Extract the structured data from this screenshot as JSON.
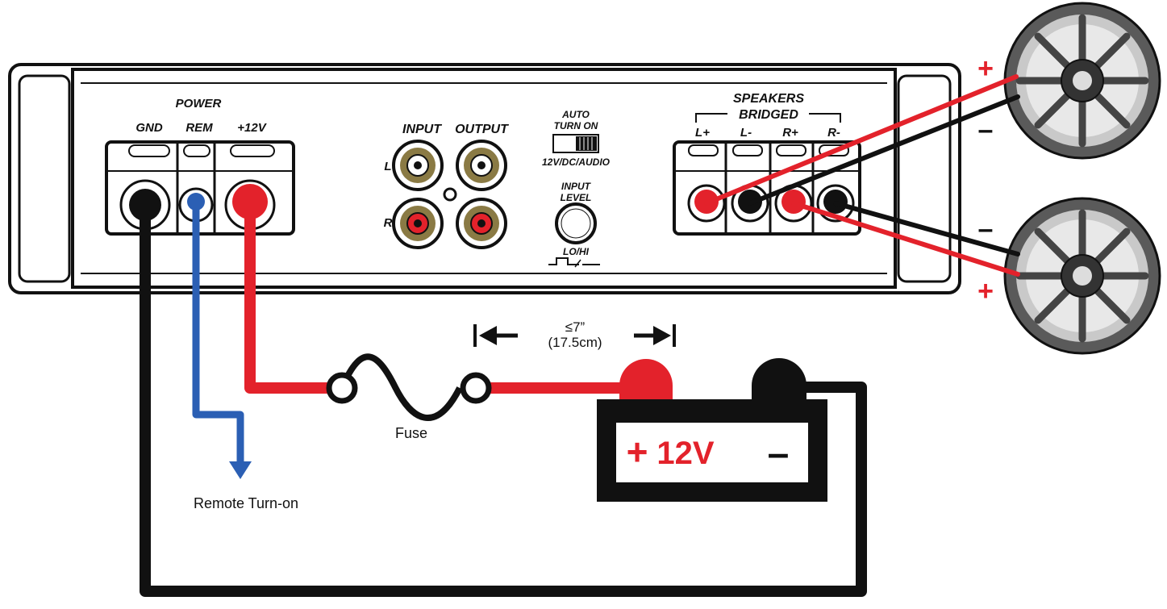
{
  "power": {
    "title": "POWER",
    "gnd": "GND",
    "rem": "REM",
    "plus12": "+12V"
  },
  "rca": {
    "input": "INPUT",
    "output": "OUTPUT",
    "left": "L",
    "right": "R"
  },
  "auto_turn_on": {
    "line1": "AUTO",
    "line2": "TURN ON",
    "modes": "12V/DC/AUDIO"
  },
  "input_level": {
    "line1": "INPUT",
    "line2": "LEVEL",
    "range": "LO/HI"
  },
  "speakers": {
    "title": "SPEAKERS",
    "bridged": "BRIDGED",
    "terminals": [
      "L+",
      "L-",
      "R+",
      "R-"
    ],
    "plus_sign": "+",
    "minus_sign": "–"
  },
  "distance": {
    "line1": "≤7”",
    "line2": "(17.5cm)"
  },
  "fuse_label": "Fuse",
  "remote_label": "Remote Turn-on",
  "battery": {
    "plus": "+",
    "voltage": "12V",
    "minus": "–"
  },
  "colors": {
    "positive_wire": "#e3222b",
    "ground_wire": "#111111",
    "remote_wire": "#2b5fb4",
    "rca_gold": "#8a7a44"
  }
}
